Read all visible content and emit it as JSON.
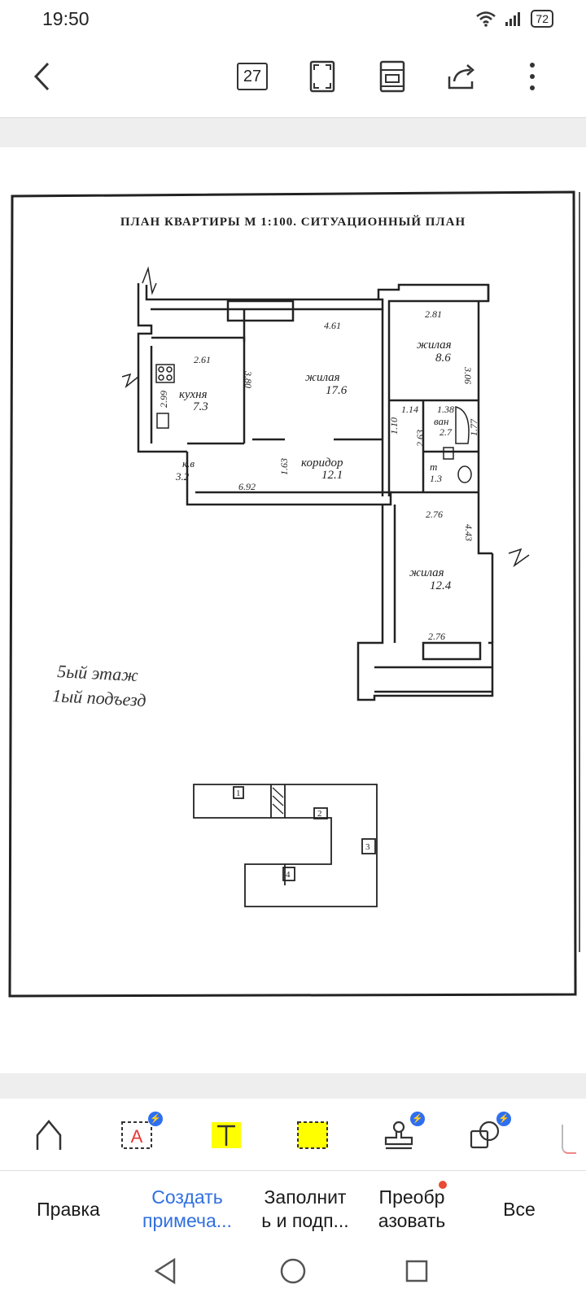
{
  "status_bar": {
    "time": "19:50",
    "battery": "72"
  },
  "toolbar": {
    "back_icon": "chevron-left-icon",
    "page_number": "27",
    "fullscreen_icon": "crop-corners-icon",
    "layout_icon": "page-layout-icon",
    "share_icon": "share-arrow-icon",
    "more_icon": "more-vertical-icon"
  },
  "document": {
    "header": "ПЛАН КВАРТИРЫ М 1:100.   СИТУАЦИОННЫЙ ПЛАН",
    "rooms": [
      {
        "name": "кухня",
        "area": "7.3"
      },
      {
        "name": "жилая",
        "area": "17.6"
      },
      {
        "name": "жилая",
        "area": "8.6"
      },
      {
        "name": "ван",
        "area": "2.7"
      },
      {
        "name": "т",
        "area": "1.3"
      },
      {
        "name": "коридор",
        "area": "12.1"
      },
      {
        "name": "жилая",
        "area": "12.4"
      },
      {
        "name": "к.в",
        "area": "3.2"
      }
    ],
    "dimensions": [
      "4.61",
      "2.81",
      "2.61",
      "3.80",
      "2.99",
      "3.06",
      "1.38",
      "1.14",
      "1.10",
      "2.63",
      "1.77",
      "1.63",
      "6.92",
      "2.76",
      "4.43",
      "2.76"
    ],
    "handwritten_note_1": "5ый этаж",
    "handwritten_note_2": "1ый подъезд",
    "situation_labels": [
      "1",
      "2",
      "3",
      "4"
    ]
  },
  "tools": [
    {
      "icon": "edit-pen-icon",
      "badge": false
    },
    {
      "icon": "text-box-icon",
      "badge": true
    },
    {
      "icon": "text-highlight-icon",
      "badge": false
    },
    {
      "icon": "area-highlight-icon",
      "badge": false
    },
    {
      "icon": "stamp-icon",
      "badge": true
    },
    {
      "icon": "shapes-icon",
      "badge": true
    }
  ],
  "tabs": [
    {
      "label": "Правка"
    },
    {
      "label": "Создать примеча..."
    },
    {
      "label": "Заполнит ь и подп..."
    },
    {
      "label": "Преобр азовать"
    },
    {
      "label": "Все"
    }
  ],
  "colors": {
    "accent_blue": "#2f6fe0",
    "highlight_yellow": "#ffff00",
    "badge_blue": "#2e6ff0",
    "notify_red": "#e94b35"
  }
}
